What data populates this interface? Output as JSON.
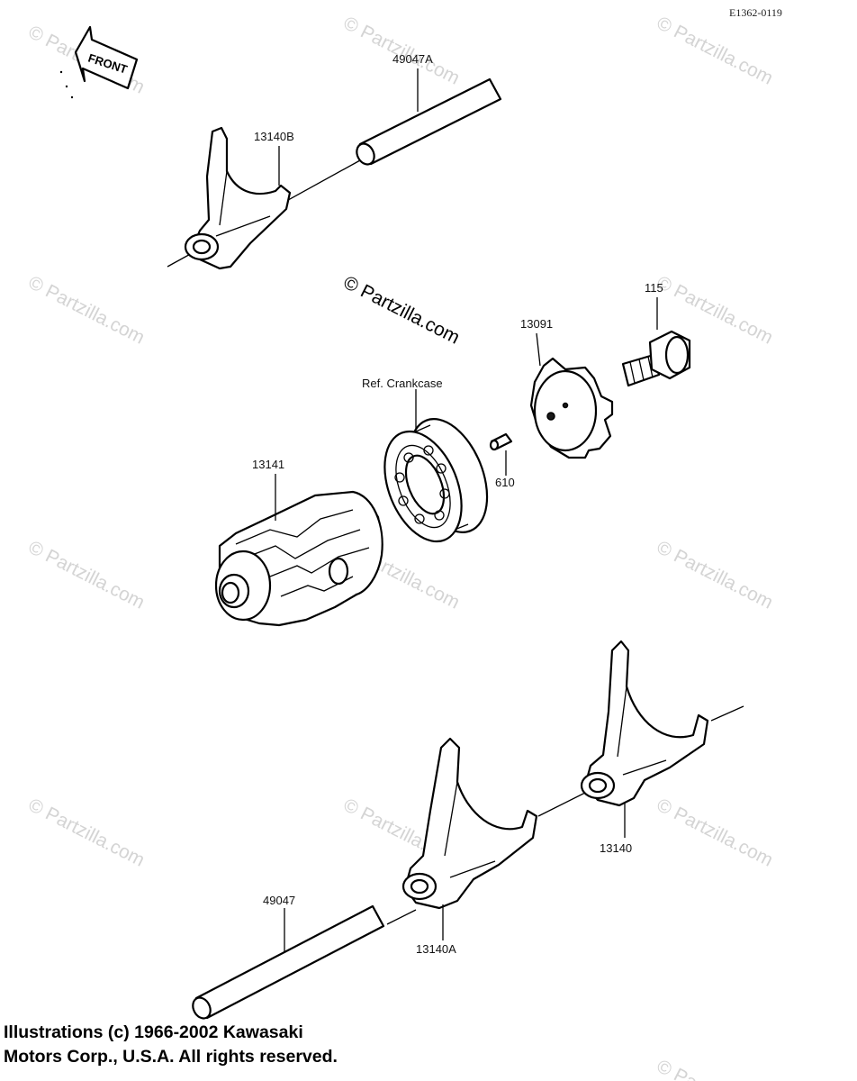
{
  "diagram_code": "E1362-0119",
  "front_label": "FRONT",
  "center_watermark": "© Partzilla.com",
  "watermarks": [
    "© Partzilla.com",
    "© Partzilla.com",
    "© Partzilla.com",
    "© Partzilla.com",
    "© Partzilla.com",
    "© Partzilla.com",
    "© Partzilla.com",
    "© Partzilla.com",
    "© Partzilla.com",
    "© Partzilla.com",
    "© Partzilla.com",
    "© Partzilla.com"
  ],
  "parts": {
    "shaft_top": "49047A",
    "fork_top": "13140B",
    "bolt": "115",
    "cam_plate": "13091",
    "bearing": "Ref. Crankcase",
    "drum": "13141",
    "pin": "610",
    "fork_right": "13140",
    "fork_mid": "13140A",
    "shaft_bottom": "49047"
  },
  "copyright": {
    "line1": "Illustrations (c) 1966-2002 Kawasaki",
    "line2": "Motors Corp., U.S.A.  All rights reserved."
  }
}
